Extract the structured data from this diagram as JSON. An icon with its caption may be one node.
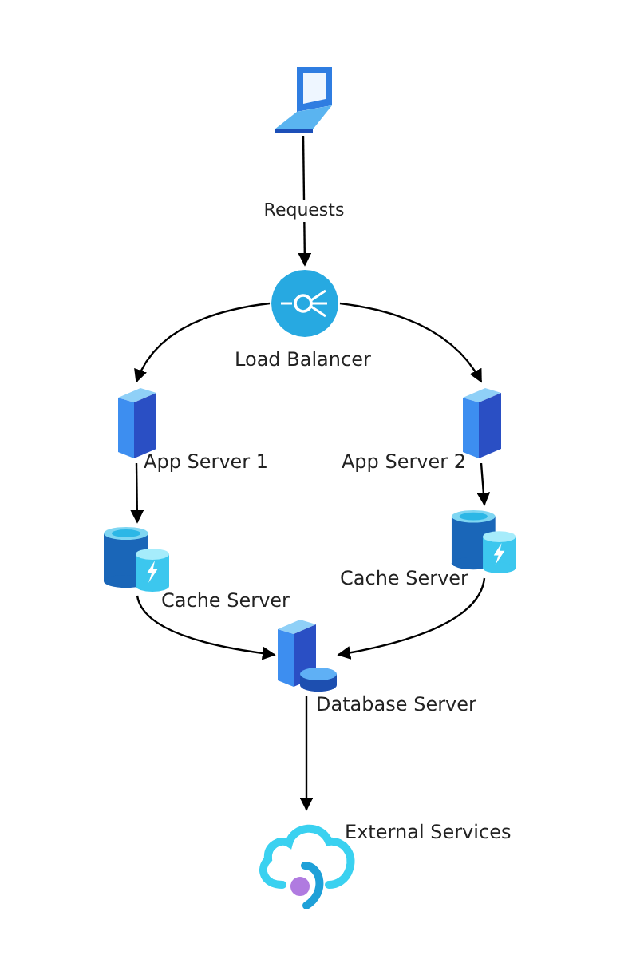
{
  "diagram": {
    "nodes": [
      {
        "text": [],
        "shape": "laptop"
      },
      {
        "text": [],
        "shape": "balancer",
        "beside": [
          "Load Balancer"
        ]
      },
      {
        "text": [],
        "shape": "server",
        "beside": [
          "App Server 1"
        ]
      },
      {
        "text": [],
        "shape": "server",
        "beside": [
          "App Server 2"
        ]
      },
      {
        "text": [],
        "shape": "cache",
        "beside": [
          "Cache Server"
        ]
      },
      {
        "text": [],
        "shape": "cache",
        "beside": [
          "Cache Server"
        ]
      },
      {
        "text": [],
        "shape": "database",
        "beside": [
          "Database Server"
        ]
      },
      {
        "text": [],
        "shape": "cloud",
        "beside": [
          "External Services"
        ]
      }
    ],
    "edges": [
      {
        "from": 0,
        "to": 1,
        "arrow": "to",
        "label": "Requests"
      },
      {
        "from": 1,
        "to": 2,
        "arrow": "to"
      },
      {
        "from": 1,
        "to": 3,
        "arrow": "to"
      },
      {
        "from": 2,
        "to": 4,
        "arrow": "to"
      },
      {
        "from": 3,
        "to": 5,
        "arrow": "to"
      },
      {
        "from": 4,
        "to": 6,
        "arrow": "to"
      },
      {
        "from": 5,
        "to": 6,
        "arrow": "to"
      },
      {
        "from": 6,
        "to": 7,
        "arrow": "to"
      }
    ]
  }
}
